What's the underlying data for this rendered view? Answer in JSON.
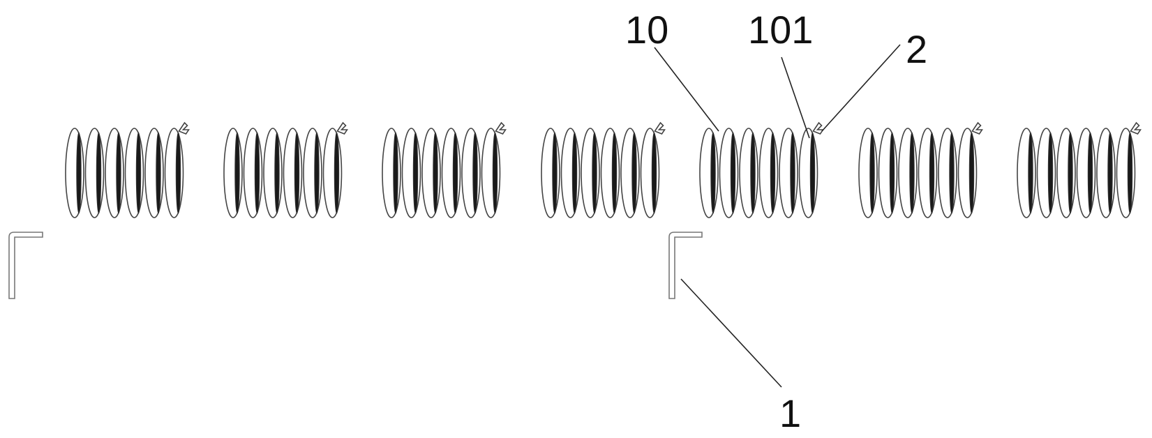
{
  "labels": {
    "coil_part": "10",
    "ring_part": "101",
    "hook_part": "2",
    "bracket_part": "1"
  },
  "colors": {
    "line": "#444444",
    "dark_fill": "#1a1a1a",
    "bracket": "#777777",
    "background": "#ffffff"
  }
}
